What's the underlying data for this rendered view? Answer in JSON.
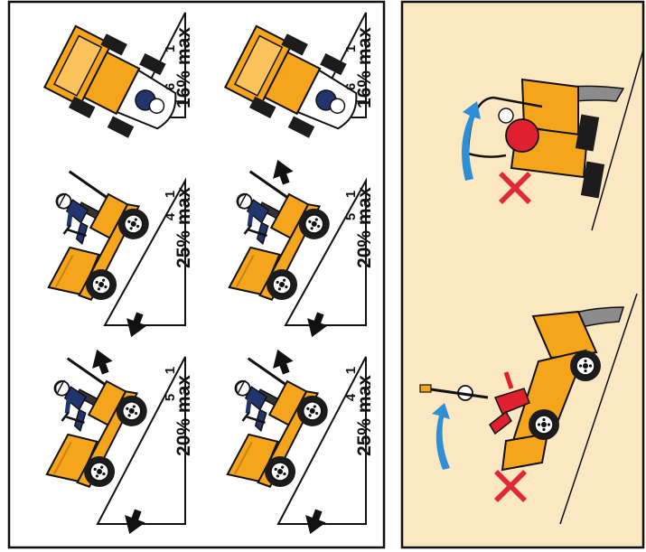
{
  "colors": {
    "machine": "#f4a51c",
    "machine_dark": "#c98210",
    "operator_blue": "#23356e",
    "operator_red": "#e0202e",
    "arrow_blue": "#2f8fd6",
    "cross_red": "#e0283a",
    "panel_beige": "#fbe8c3",
    "outline": "#111111",
    "tyre": "#1c1c1c"
  },
  "left_panel": {
    "rows": [
      {
        "panels": [
          {
            "percent_label": "20% max",
            "rise": "1",
            "run": "5",
            "orientation": "side-uphill-skip-down",
            "arrows": "both-directions"
          },
          {
            "percent_label": "25% max",
            "rise": "1",
            "run": "4",
            "orientation": "side-downhill",
            "arrows": "down-only"
          },
          {
            "percent_label": "16% max",
            "rise": "1",
            "run": "6",
            "orientation": "across-slope",
            "arrows": "none"
          }
        ]
      },
      {
        "panels": [
          {
            "percent_label": "25% max",
            "rise": "1",
            "run": "4",
            "orientation": "side-uphill-skip-down",
            "arrows": "both-directions"
          },
          {
            "percent_label": "20% max",
            "rise": "1",
            "run": "5",
            "orientation": "side-downhill",
            "arrows": "both-directions"
          },
          {
            "percent_label": "16% max",
            "rise": "1",
            "run": "6",
            "orientation": "across-slope",
            "arrows": "none"
          }
        ]
      }
    ]
  },
  "right_panel": {
    "warnings": [
      {
        "icon": "red-cross-icon",
        "arrow": "blue-curved-arrow-icon",
        "meaning": "rollover-forward"
      },
      {
        "icon": "red-cross-icon",
        "arrow": "blue-curved-arrow-icon",
        "meaning": "rollover-sideways"
      }
    ]
  }
}
